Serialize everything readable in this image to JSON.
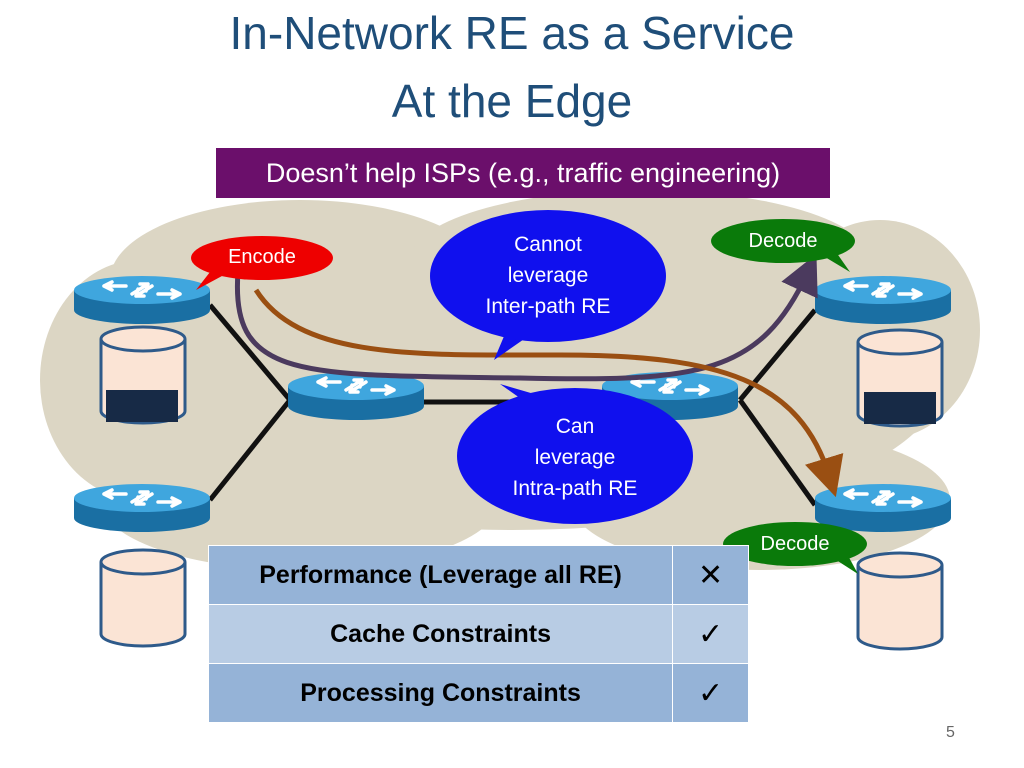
{
  "slide": {
    "title_line1": "In-Network RE as a Service",
    "title_line2": "At the Edge",
    "subtitle": "Doesn’t help ISPs (e.g., traffic engineering)",
    "slide_number": "5"
  },
  "labels": {
    "encode": "Encode",
    "decode_top": "Decode",
    "decode_bottom": "Decode",
    "cannot_line1": "Cannot",
    "cannot_line2": "leverage",
    "cannot_line3": "Inter-path RE",
    "can_line1": "Can",
    "can_line2": "leverage",
    "can_line3": "Intra-path RE"
  },
  "table": {
    "rows": [
      {
        "feature": "Performance (Leverage all RE)",
        "mark": "✕"
      },
      {
        "feature": "Cache Constraints",
        "mark": "✓"
      },
      {
        "feature": "Processing Constraints",
        "mark": "✓"
      }
    ]
  },
  "colors": {
    "title": "#1f4e79",
    "subtitle_bg": "#6b0f6b",
    "encode_bubble": "#ee0000",
    "decode_bubble": "#0a7a0a",
    "info_bubble": "#1010ee",
    "path_brown": "#9a4f12",
    "path_purple": "#4b3a5e",
    "cloud": "#dcd6c4",
    "router": "#2a8fc8"
  }
}
